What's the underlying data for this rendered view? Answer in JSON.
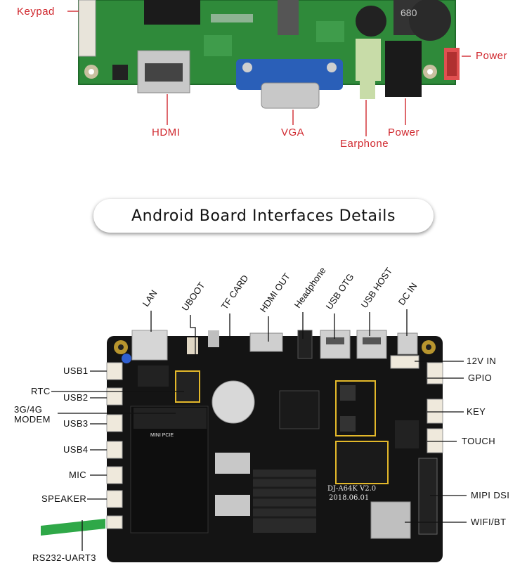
{
  "top_board": {
    "labels": {
      "keypad": "Keypad",
      "power_right": "Power",
      "hdmi": "HDMI",
      "vga": "VGA",
      "earphone": "Earphone",
      "power_bottom": "Power"
    },
    "inductor_text": "680"
  },
  "section_title": "Android Board Interfaces Details",
  "bottom_board": {
    "top_labels": {
      "lan": "LAN",
      "uboot": "UBOOT",
      "tf_card": "TF CARD",
      "hdmi_out": "HDMI OUT",
      "headphone": "Headphone",
      "usb_otg": "USB OTG",
      "usb_host": "USB HOST",
      "dc_in": "DC IN"
    },
    "left_labels": {
      "usb1": "USB1",
      "rtc": "RTC",
      "usb2": "USB2",
      "modem_line1": "3G/4G",
      "modem_line2": "MODEM",
      "usb3": "USB3",
      "usb4": "USB4",
      "mic": "MIC",
      "speaker": "SPEAKER",
      "rs232": "RS232-UART3"
    },
    "right_labels": {
      "v12_in": "12V IN",
      "gpio": "GPIO",
      "key": "KEY",
      "touch": "TOUCH",
      "mipi_dsi": "MIPI DSI",
      "wifi_bt": "WIFI/BT"
    },
    "silkscreen": {
      "board_name": "DJ-A64K V2.0",
      "board_date": "2018.06.01",
      "mini_pcie": "MINI PCIE"
    }
  },
  "colors": {
    "label_red": "#d0282e",
    "pcb_green": "#2f8a3a",
    "pcb_black": "#141414",
    "vga_blue": "#2a5fb8",
    "highlight_yellow": "#e3b82a"
  }
}
